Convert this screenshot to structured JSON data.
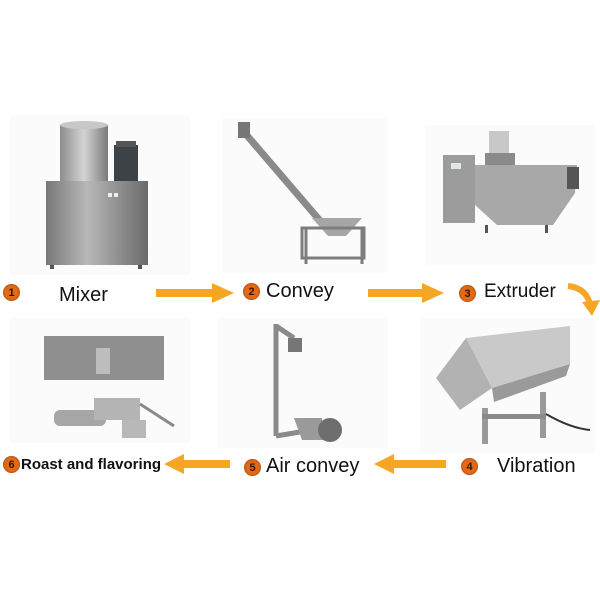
{
  "diagram": {
    "title": "",
    "steps": [
      {
        "number": "1",
        "label": "Mixer",
        "icon": "mixer-machine"
      },
      {
        "number": "2",
        "label": "Convey",
        "icon": "screw-conveyor"
      },
      {
        "number": "3",
        "label": "Extruder",
        "icon": "extruder-machine"
      },
      {
        "number": "4",
        "label": "Vibration",
        "icon": "vibrating-sieve"
      },
      {
        "number": "5",
        "label": "Air convey",
        "icon": "air-conveyor"
      },
      {
        "number": "6",
        "label": "Roast and flavoring",
        "icon": "roaster-and-flavoring-line"
      }
    ],
    "flow": [
      "1->2",
      "2->3",
      "3->4",
      "4->5",
      "5->6"
    ],
    "colors": {
      "arrow": "#f5a623",
      "badge": "#e06a1a",
      "steel": "#a9a9a9",
      "text": "#111111"
    }
  }
}
